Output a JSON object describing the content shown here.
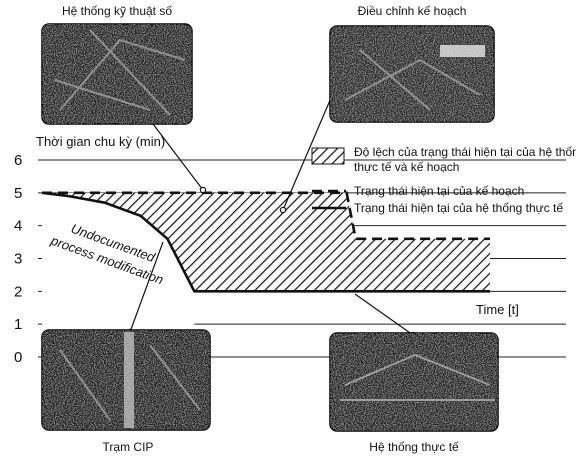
{
  "chart_data": {
    "type": "area",
    "ylabel": "Thời gian chu kỳ (min)",
    "xlabel": "Time [t]",
    "ylim": [
      0,
      6
    ],
    "y_ticks": [
      "0",
      "1",
      "2",
      "3",
      "4",
      "5",
      "6"
    ],
    "grid": true,
    "legend_position": "top-right",
    "legend": [
      {
        "key": "deviation",
        "label_lines": [
          "Độ lệch của trạng thái hiện tại của hệ thống",
          "thực tế và kế hoạch"
        ],
        "style": "hatched"
      },
      {
        "key": "plan",
        "label": "Trạng thái hiện tại của kế hoạch",
        "style": "dashed"
      },
      {
        "key": "actual",
        "label": "Trạng thái hiện tại của hệ thống thực tế",
        "style": "solid"
      }
    ],
    "series": [
      {
        "key": "plan",
        "name": "Trạng thái hiện tại của kế hoạch",
        "x": [
          0,
          0.68,
          0.7,
          1.0
        ],
        "y": [
          5,
          5,
          3.6,
          3.6
        ]
      },
      {
        "key": "actual",
        "name": "Trạng thái hiện tại của hệ thống thực tế",
        "x": [
          0,
          0.06,
          0.14,
          0.22,
          0.28,
          0.34,
          1.0
        ],
        "y": [
          5,
          4.9,
          4.7,
          4.3,
          3.6,
          2.0,
          2.0
        ]
      }
    ],
    "annotations": {
      "undocumented": [
        "Undocumented",
        "process modification"
      ]
    },
    "photo_captions": {
      "top_left": "Hệ thống kỹ thuật số",
      "top_right": "Điều chỉnh kế hoạch",
      "bottom_left": "Trạm CIP",
      "bottom_right": "Hệ thống thực tế"
    },
    "colors": {
      "ink": "#111111",
      "grid": "#222222",
      "background": "#ffffff"
    }
  }
}
